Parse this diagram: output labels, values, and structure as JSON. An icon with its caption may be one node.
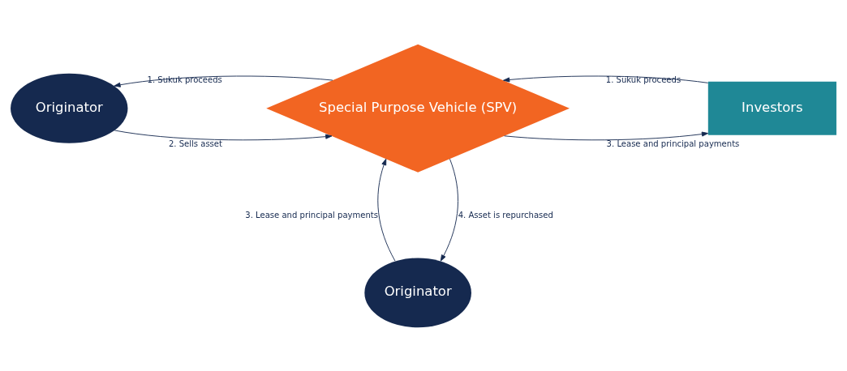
{
  "diagram": {
    "nodes": [
      {
        "text": [
          "Originator"
        ]
      },
      {
        "text": [
          "Originator"
        ]
      },
      {
        "text": [
          "Special Purpose Vehicle (SPV)"
        ]
      },
      {
        "text": [
          "Investors"
        ]
      }
    ],
    "edges": [
      {
        "from": 2,
        "to": 0,
        "arrow": "to",
        "label": "4. Asset is repurchased"
      },
      {
        "from": 0,
        "to": 2,
        "arrow": "to",
        "label": "3. Lease and principal payments"
      },
      {
        "from": 1,
        "to": 2,
        "arrow": "to",
        "label": "2. Sells asset"
      },
      {
        "from": 2,
        "to": 1,
        "arrow": "to",
        "label": "1. Sukuk proceeds"
      },
      {
        "from": 2,
        "to": 3,
        "arrow": "to",
        "label": "3. Lease and principal payments"
      },
      {
        "from": 3,
        "to": 2,
        "arrow": "to",
        "label": "1. Sukuk proceeds"
      }
    ]
  }
}
